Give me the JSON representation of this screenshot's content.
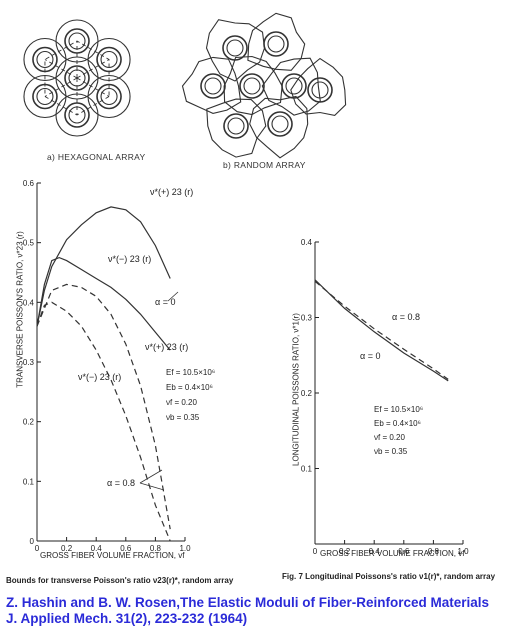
{
  "top": {
    "hexagonal_label": "a) HEXAGONAL ARRAY",
    "random_label": "b) RANDOM ARRAY"
  },
  "left_plot": {
    "ylabel": "TRANSVERSE POISSON'S RATIO, ν*23 (r)",
    "xlabel": "GROSS FIBER VOLUME FRACTION, vf",
    "yticks": [
      "0.6",
      "0.5",
      "0.4",
      "0.3",
      "0.2",
      "0.1",
      "0"
    ],
    "xticks": [
      "0",
      "0.2",
      "0.4",
      "0.6",
      "0.8",
      "1.0"
    ],
    "curve_labels": {
      "upper_plus": "ν*(+) 23 (r)",
      "upper_minus": "ν*(−) 23 (r)",
      "lower_plus": "ν*(+) 23 (r)",
      "lower_minus": "ν*(−) 23 (r)",
      "alpha0": "α = 0",
      "alpha08": "α = 0.8"
    },
    "props": [
      "Ef = 10.5×10⁶",
      "Eb = 0.4×10⁶",
      "νf = 0.20",
      "νb = 0.35"
    ],
    "caption": "Bounds for transverse Poisson's ratio ν23(r)*, random array"
  },
  "right_plot": {
    "ylabel": "LONGITUDINAL POISSONS RATIO, ν*1(r)",
    "xlabel": "GROSS FIBER VOLUME FRACTION, vf",
    "yticks": [
      "0.4",
      "0.3",
      "0.2",
      "0.1"
    ],
    "xticks": [
      "0",
      "0.2",
      "0.4",
      "0.6",
      "0.8",
      "1.0"
    ],
    "curve_labels": {
      "alpha08": "α = 0.8",
      "alpha0": "α = 0"
    },
    "props": [
      "Ef = 10.5×10⁶",
      "Eb = 0.4×10⁶",
      "νf = 0.20",
      "νb = 0.35"
    ],
    "caption": "Fig. 7  Longitudinal Poissons's ratio ν1(r)*, random array"
  },
  "citation": {
    "line1": "Z. Hashin and B. W. Rosen,The Elastic Moduli of Fiber-Reinforced Materials",
    "line2": "J. Applied Mech. 31(2), 223-232 (1964)"
  },
  "chart_data": [
    {
      "type": "line",
      "title": "",
      "xlabel": "GROSS FIBER VOLUME FRACTION, vf",
      "ylabel": "TRANSVERSE POISSON'S RATIO, ν*23 (r)",
      "xlim": [
        0,
        1.0
      ],
      "ylim": [
        0,
        0.6
      ],
      "series": [
        {
          "name": "ν*(+) 23 (r), α = 0",
          "style": "solid",
          "x": [
            0,
            0.05,
            0.1,
            0.2,
            0.3,
            0.4,
            0.5,
            0.6,
            0.7,
            0.8,
            0.9
          ],
          "y": [
            0.36,
            0.42,
            0.46,
            0.505,
            0.53,
            0.55,
            0.56,
            0.555,
            0.535,
            0.495,
            0.44
          ]
        },
        {
          "name": "ν*(−) 23 (r), α = 0",
          "style": "solid",
          "x": [
            0,
            0.05,
            0.1,
            0.15,
            0.2,
            0.3,
            0.4,
            0.5,
            0.6,
            0.7,
            0.8,
            0.9
          ],
          "y": [
            0.36,
            0.43,
            0.47,
            0.475,
            0.47,
            0.455,
            0.44,
            0.425,
            0.405,
            0.38,
            0.35,
            0.32
          ]
        },
        {
          "name": "ν*(+) 23 (r), α = 0.8",
          "style": "dashed",
          "x": [
            0,
            0.1,
            0.2,
            0.3,
            0.4,
            0.5,
            0.6,
            0.7,
            0.8,
            0.9
          ],
          "y": [
            0.36,
            0.42,
            0.43,
            0.425,
            0.41,
            0.38,
            0.33,
            0.26,
            0.16,
            0.02
          ]
        },
        {
          "name": "ν*(−) 23 (r), α = 0.8",
          "style": "dashed",
          "x": [
            0,
            0.05,
            0.1,
            0.2,
            0.3,
            0.4,
            0.5,
            0.6,
            0.7,
            0.8,
            0.9
          ],
          "y": [
            0.36,
            0.395,
            0.4,
            0.385,
            0.36,
            0.32,
            0.27,
            0.21,
            0.14,
            0.06,
            0.0
          ]
        }
      ]
    },
    {
      "type": "line",
      "title": "",
      "xlabel": "GROSS FIBER VOLUME FRACTION, vf",
      "ylabel": "LONGITUDINAL POISSONS RATIO, ν*1(r)",
      "xlim": [
        0,
        1.0
      ],
      "ylim": [
        0,
        0.4
      ],
      "series": [
        {
          "name": "α = 0.8",
          "style": "dashed",
          "x": [
            0,
            0.2,
            0.4,
            0.6,
            0.8,
            0.9
          ],
          "y": [
            0.348,
            0.315,
            0.285,
            0.258,
            0.232,
            0.218
          ]
        },
        {
          "name": "α = 0",
          "style": "solid",
          "x": [
            0,
            0.2,
            0.4,
            0.6,
            0.8,
            0.9
          ],
          "y": [
            0.35,
            0.312,
            0.281,
            0.253,
            0.229,
            0.216
          ]
        }
      ]
    }
  ]
}
